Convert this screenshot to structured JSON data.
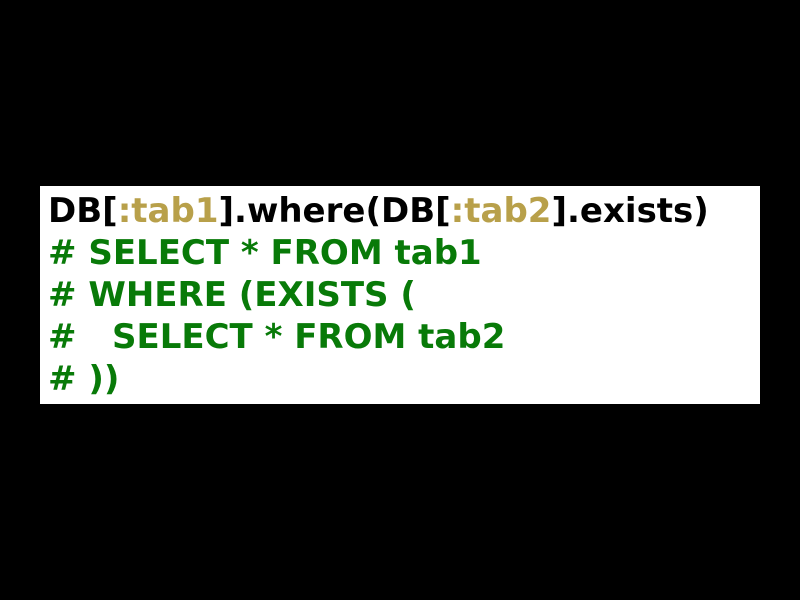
{
  "colors": {
    "background": "#000000",
    "card": "#ffffff",
    "code_default": "#000000",
    "code_symbol": "#b8a04a",
    "code_comment": "#087a08"
  },
  "code": {
    "line1": {
      "part1": "DB[",
      "sym1": ":tab1",
      "part2": "].where(DB[",
      "sym2": ":tab2",
      "part3": "].exists)"
    },
    "comments": [
      "# SELECT * FROM tab1",
      "# WHERE (EXISTS (",
      "#   SELECT * FROM tab2",
      "# ))"
    ]
  }
}
